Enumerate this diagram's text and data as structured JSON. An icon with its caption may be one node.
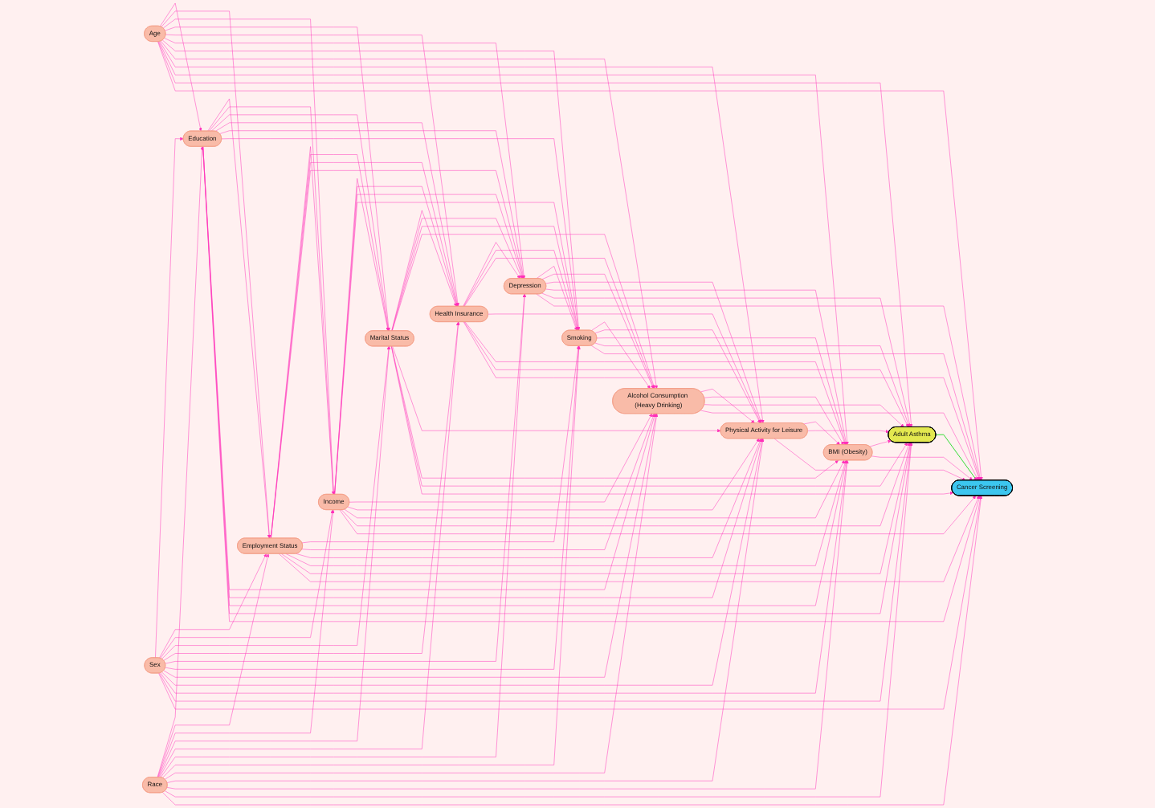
{
  "diagram": {
    "nodes": [
      {
        "text": [
          "Employment Status"
        ]
      },
      {
        "text": [
          "Health Insurance"
        ]
      },
      {
        "text": [
          "Marital Status"
        ]
      },
      {
        "text": [
          "Depression"
        ]
      },
      {
        "text": [
          "BMI (Obesity)"
        ]
      },
      {
        "text": [
          "Education"
        ]
      },
      {
        "text": [
          "Race"
        ]
      },
      {
        "text": [
          "Adult Asthma"
        ]
      },
      {
        "text": [
          "Cancer Screening"
        ]
      },
      {
        "text": [
          "Age"
        ]
      },
      {
        "text": [
          "Income"
        ]
      },
      {
        "text": [
          "Alcohol Consumption (Heavy Drinking)"
        ]
      },
      {
        "text": [
          "Sex"
        ]
      },
      {
        "text": [
          "Physical Activity for Leisure"
        ]
      },
      {
        "text": [
          "Smoking"
        ]
      }
    ],
    "edges": [
      {
        "from": 9,
        "to": 5,
        "arrow": "to"
      },
      {
        "from": 9,
        "to": 0,
        "arrow": "to"
      },
      {
        "from": 9,
        "to": 10,
        "arrow": "to"
      },
      {
        "from": 9,
        "to": 2,
        "arrow": "to"
      },
      {
        "from": 9,
        "to": 1,
        "arrow": "to"
      },
      {
        "from": 9,
        "to": 3,
        "arrow": "to"
      },
      {
        "from": 9,
        "to": 14,
        "arrow": "to"
      },
      {
        "from": 9,
        "to": 11,
        "arrow": "to"
      },
      {
        "from": 9,
        "to": 13,
        "arrow": "to"
      },
      {
        "from": 9,
        "to": 4,
        "arrow": "to"
      },
      {
        "from": 12,
        "to": 5,
        "arrow": "to"
      },
      {
        "from": 12,
        "to": 0,
        "arrow": "to"
      },
      {
        "from": 12,
        "to": 10,
        "arrow": "to"
      },
      {
        "from": 12,
        "to": 2,
        "arrow": "to"
      },
      {
        "from": 12,
        "to": 1,
        "arrow": "to"
      },
      {
        "from": 12,
        "to": 3,
        "arrow": "to"
      },
      {
        "from": 12,
        "to": 14,
        "arrow": "to"
      },
      {
        "from": 12,
        "to": 11,
        "arrow": "to"
      },
      {
        "from": 12,
        "to": 13,
        "arrow": "to"
      },
      {
        "from": 12,
        "to": 4,
        "arrow": "to"
      },
      {
        "from": 6,
        "to": 5,
        "arrow": "to"
      },
      {
        "from": 6,
        "to": 0,
        "arrow": "to"
      },
      {
        "from": 6,
        "to": 10,
        "arrow": "to"
      },
      {
        "from": 6,
        "to": 2,
        "arrow": "to"
      },
      {
        "from": 6,
        "to": 1,
        "arrow": "to"
      },
      {
        "from": 6,
        "to": 3,
        "arrow": "to"
      },
      {
        "from": 6,
        "to": 14,
        "arrow": "to"
      },
      {
        "from": 6,
        "to": 11,
        "arrow": "to"
      },
      {
        "from": 6,
        "to": 13,
        "arrow": "to"
      },
      {
        "from": 6,
        "to": 4,
        "arrow": "to"
      },
      {
        "from": 5,
        "to": 0,
        "arrow": "to"
      },
      {
        "from": 5,
        "to": 10,
        "arrow": "to"
      },
      {
        "from": 5,
        "to": 2,
        "arrow": "to"
      },
      {
        "from": 5,
        "to": 1,
        "arrow": "to"
      },
      {
        "from": 5,
        "to": 3,
        "arrow": "to"
      },
      {
        "from": 5,
        "to": 14,
        "arrow": "to"
      },
      {
        "from": 5,
        "to": 11,
        "arrow": "to"
      },
      {
        "from": 5,
        "to": 13,
        "arrow": "to"
      },
      {
        "from": 5,
        "to": 4,
        "arrow": "to"
      },
      {
        "from": 0,
        "to": 10,
        "arrow": "to"
      },
      {
        "from": 0,
        "to": 2,
        "arrow": "to"
      },
      {
        "from": 0,
        "to": 1,
        "arrow": "to"
      },
      {
        "from": 0,
        "to": 3,
        "arrow": "to"
      },
      {
        "from": 0,
        "to": 14,
        "arrow": "to"
      },
      {
        "from": 0,
        "to": 11,
        "arrow": "to"
      },
      {
        "from": 0,
        "to": 13,
        "arrow": "to"
      },
      {
        "from": 0,
        "to": 4,
        "arrow": "to"
      },
      {
        "from": 10,
        "to": 2,
        "arrow": "to"
      },
      {
        "from": 10,
        "to": 1,
        "arrow": "to"
      },
      {
        "from": 10,
        "to": 3,
        "arrow": "to"
      },
      {
        "from": 10,
        "to": 14,
        "arrow": "to"
      },
      {
        "from": 10,
        "to": 11,
        "arrow": "to"
      },
      {
        "from": 10,
        "to": 13,
        "arrow": "to"
      },
      {
        "from": 10,
        "to": 4,
        "arrow": "to"
      },
      {
        "from": 2,
        "to": 1,
        "arrow": "to"
      },
      {
        "from": 2,
        "to": 3,
        "arrow": "to"
      },
      {
        "from": 2,
        "to": 14,
        "arrow": "to"
      },
      {
        "from": 2,
        "to": 11,
        "arrow": "to"
      },
      {
        "from": 2,
        "to": 13,
        "arrow": "to"
      },
      {
        "from": 2,
        "to": 4,
        "arrow": "to"
      },
      {
        "from": 1,
        "to": 3,
        "arrow": "to"
      },
      {
        "from": 1,
        "to": 14,
        "arrow": "to"
      },
      {
        "from": 1,
        "to": 11,
        "arrow": "to"
      },
      {
        "from": 1,
        "to": 13,
        "arrow": "to"
      },
      {
        "from": 1,
        "to": 4,
        "arrow": "to"
      },
      {
        "from": 3,
        "to": 14,
        "arrow": "to"
      },
      {
        "from": 3,
        "to": 11,
        "arrow": "to"
      },
      {
        "from": 3,
        "to": 13,
        "arrow": "to"
      },
      {
        "from": 3,
        "to": 4,
        "arrow": "to"
      },
      {
        "from": 14,
        "to": 11,
        "arrow": "to"
      },
      {
        "from": 14,
        "to": 13,
        "arrow": "to"
      },
      {
        "from": 14,
        "to": 4,
        "arrow": "to"
      },
      {
        "from": 11,
        "to": 13,
        "arrow": "to"
      },
      {
        "from": 11,
        "to": 4,
        "arrow": "to"
      },
      {
        "from": 13,
        "to": 4,
        "arrow": "to"
      },
      {
        "from": 0,
        "to": 7,
        "arrow": "to"
      },
      {
        "from": 1,
        "to": 7,
        "arrow": "to"
      },
      {
        "from": 2,
        "to": 7,
        "arrow": "to"
      },
      {
        "from": 3,
        "to": 7,
        "arrow": "to"
      },
      {
        "from": 4,
        "to": 7,
        "arrow": "to"
      },
      {
        "from": 5,
        "to": 7,
        "arrow": "to"
      },
      {
        "from": 6,
        "to": 7,
        "arrow": "to"
      },
      {
        "from": 9,
        "to": 7,
        "arrow": "to"
      },
      {
        "from": 10,
        "to": 7,
        "arrow": "to"
      },
      {
        "from": 11,
        "to": 7,
        "arrow": "to"
      },
      {
        "from": 12,
        "to": 7,
        "arrow": "to"
      },
      {
        "from": 13,
        "to": 7,
        "arrow": "to"
      },
      {
        "from": 14,
        "to": 7,
        "arrow": "to"
      },
      {
        "from": 0,
        "to": 8,
        "arrow": "to"
      },
      {
        "from": 1,
        "to": 8,
        "arrow": "to"
      },
      {
        "from": 2,
        "to": 8,
        "arrow": "to"
      },
      {
        "from": 3,
        "to": 8,
        "arrow": "to"
      },
      {
        "from": 4,
        "to": 8,
        "arrow": "to"
      },
      {
        "from": 5,
        "to": 8,
        "arrow": "to"
      },
      {
        "from": 6,
        "to": 8,
        "arrow": "to"
      },
      {
        "from": 9,
        "to": 8,
        "arrow": "to"
      },
      {
        "from": 10,
        "to": 8,
        "arrow": "to"
      },
      {
        "from": 11,
        "to": 8,
        "arrow": "to"
      },
      {
        "from": 12,
        "to": 8,
        "arrow": "to"
      },
      {
        "from": 13,
        "to": 8,
        "arrow": "to"
      },
      {
        "from": 14,
        "to": 8,
        "arrow": "to"
      },
      {
        "from": 7,
        "to": 8,
        "arrow": "to",
        "color": "#33dd33"
      }
    ]
  }
}
